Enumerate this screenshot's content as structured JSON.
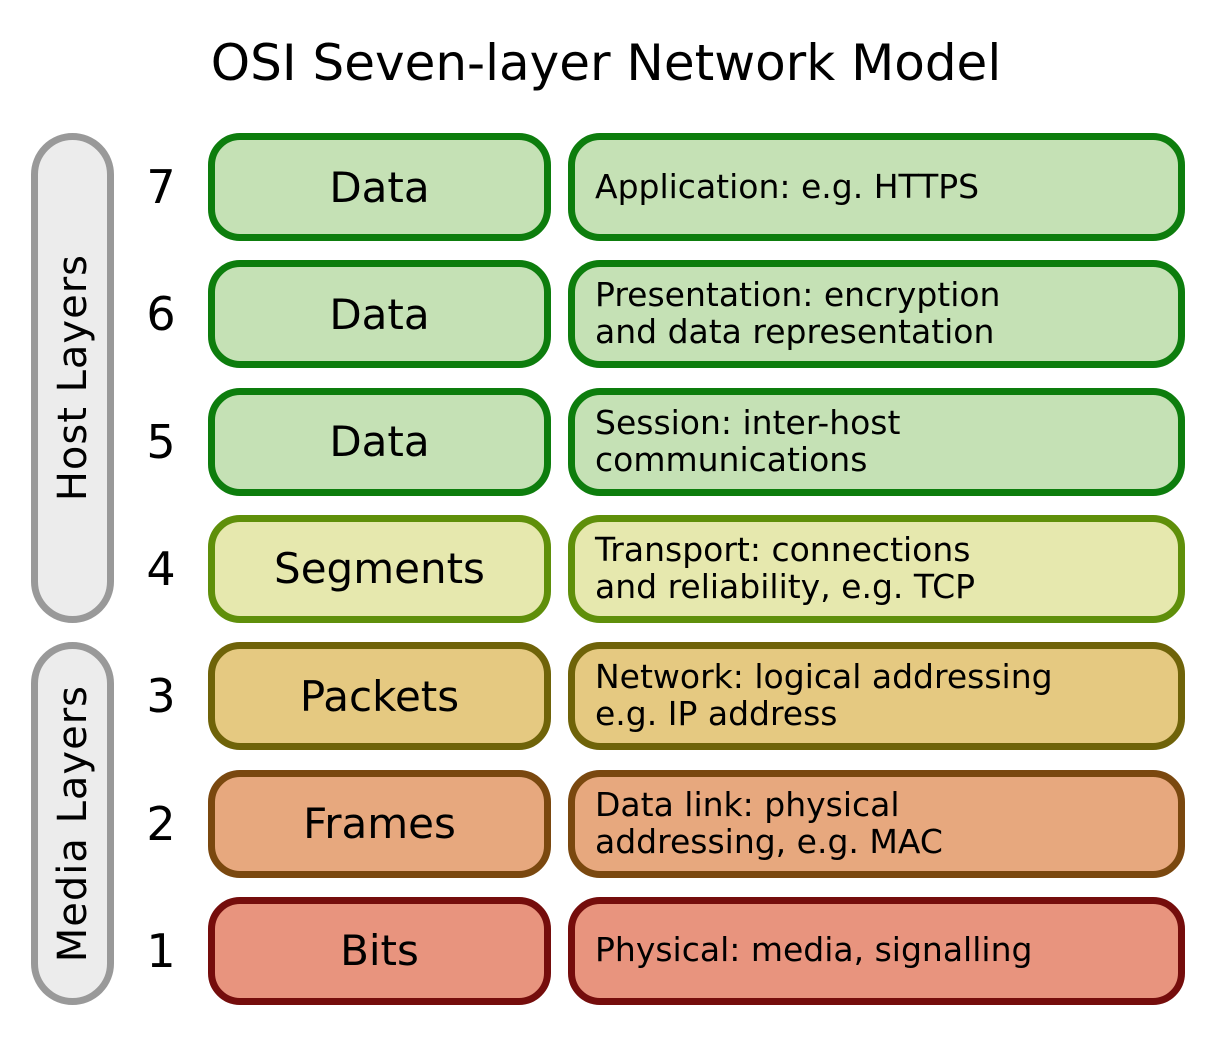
{
  "title": "OSI Seven-layer Network Model",
  "groups": [
    {
      "id": "host",
      "label": "Host Layers"
    },
    {
      "id": "media",
      "label": "Media Layers"
    }
  ],
  "layers": [
    {
      "number": "7",
      "group": "host",
      "pdu": "Data",
      "description": "Application: e.g. HTTPS",
      "description_lines": [
        "Application: e.g. HTTPS"
      ],
      "fill": "#c5e1b5",
      "border": "#0d7d0d"
    },
    {
      "number": "6",
      "group": "host",
      "pdu": "Data",
      "description": "Presentation: encryption and data representation",
      "description_lines": [
        "Presentation: encryption",
        "and data representation"
      ],
      "fill": "#c5e1b5",
      "border": "#0d7d0d"
    },
    {
      "number": "5",
      "group": "host",
      "pdu": "Data",
      "description": "Session: inter-host communications",
      "description_lines": [
        "Session: inter-host",
        "communications"
      ],
      "fill": "#c5e1b5",
      "border": "#0d7d0d"
    },
    {
      "number": "4",
      "group": "host",
      "pdu": "Segments",
      "description": "Transport: connections and reliability, e.g. TCP",
      "description_lines": [
        "Transport: connections",
        "and reliability, e.g. TCP"
      ],
      "fill": "#e6e8ae",
      "border": "#5f8f0a"
    },
    {
      "number": "3",
      "group": "media",
      "pdu": "Packets",
      "description": "Network: logical addressing e.g. IP address",
      "description_lines": [
        "Network: logical addressing",
        "e.g. IP address"
      ],
      "fill": "#e5c981",
      "border": "#6f6309"
    },
    {
      "number": "2",
      "group": "media",
      "pdu": "Frames",
      "description": "Data link: physical addressing, e.g. MAC",
      "description_lines": [
        "Data link: physical",
        "addressing, e.g. MAC"
      ],
      "fill": "#e7a87e",
      "border": "#7a480f"
    },
    {
      "number": "1",
      "group": "media",
      "pdu": "Bits",
      "description": "Physical: media, signalling",
      "description_lines": [
        "Physical: media, signalling"
      ],
      "fill": "#e8947e",
      "border": "#750d0c"
    }
  ],
  "colors": {
    "background": "#ffffff",
    "text": "#000000",
    "group_fill": "#ececec",
    "group_border": "#999999"
  }
}
